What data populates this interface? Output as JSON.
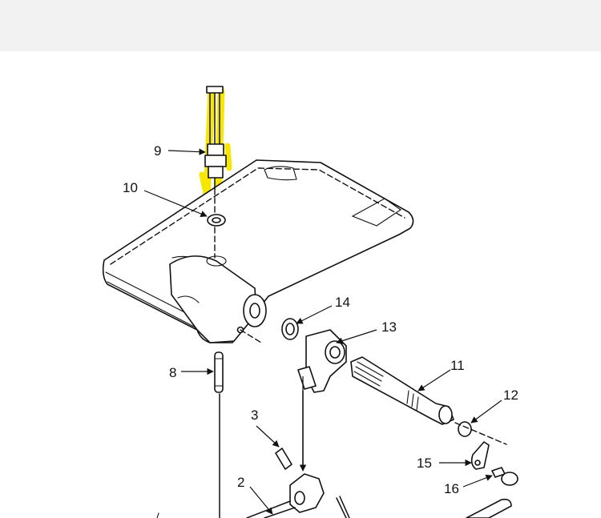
{
  "callouts": {
    "c2": "2",
    "c3": "3",
    "c8": "8",
    "c9": "9",
    "c10": "10",
    "c11": "11",
    "c12": "12",
    "c13": "13",
    "c14": "14",
    "c15": "15",
    "c16": "16"
  },
  "colors": {
    "highlight": "#f6e600",
    "ink": "#111111",
    "top_band": "#f2f2f2"
  }
}
